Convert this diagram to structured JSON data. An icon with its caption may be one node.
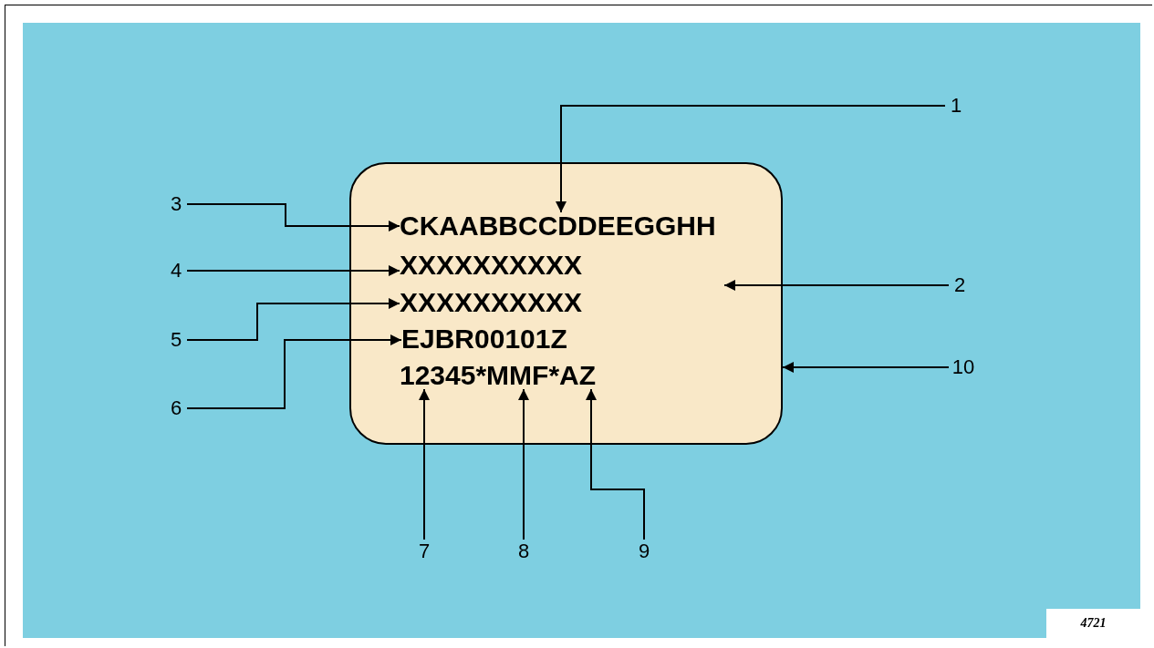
{
  "diagram": {
    "nodes": [
      {
        "text": [],
        "shape": "box"
      },
      {
        "text": [
          "CKAABBCCDDEEGGHH"
        ],
        "in": 0
      },
      {
        "text": [
          "XXXXXXXXXX"
        ],
        "in": 0
      },
      {
        "text": [
          "XXXXXXXXXX"
        ],
        "in": 0
      },
      {
        "text": [
          "EJBR00101Z"
        ],
        "in": 0
      },
      {
        "text": [
          "12345*MMF*AZ"
        ],
        "in": 0
      },
      {
        "text": [
          "1"
        ]
      },
      {
        "text": [
          "2"
        ]
      },
      {
        "text": [
          "3"
        ]
      },
      {
        "text": [
          "4"
        ]
      },
      {
        "text": [
          "5"
        ]
      },
      {
        "text": [
          "6"
        ]
      },
      {
        "text": [
          "7"
        ]
      },
      {
        "text": [
          "8"
        ]
      },
      {
        "text": [
          "9"
        ]
      },
      {
        "text": [
          "10"
        ]
      }
    ],
    "edges": [
      {
        "from": 6,
        "to": 1,
        "arrow": "to"
      },
      {
        "from": 7,
        "to": null,
        "arrow": "to"
      },
      {
        "from": 8,
        "to": 1,
        "arrow": "to"
      },
      {
        "from": 9,
        "to": 2,
        "arrow": "to"
      },
      {
        "from": 10,
        "to": 3,
        "arrow": "to"
      },
      {
        "from": 11,
        "to": 4,
        "arrow": "to"
      },
      {
        "from": 12,
        "to": 5,
        "arrow": "to"
      },
      {
        "from": 13,
        "to": 5,
        "arrow": "to"
      },
      {
        "from": 14,
        "to": 5,
        "arrow": "to"
      },
      {
        "from": 15,
        "to": 0,
        "arrow": "to"
      }
    ],
    "labels": [
      "4721"
    ]
  }
}
